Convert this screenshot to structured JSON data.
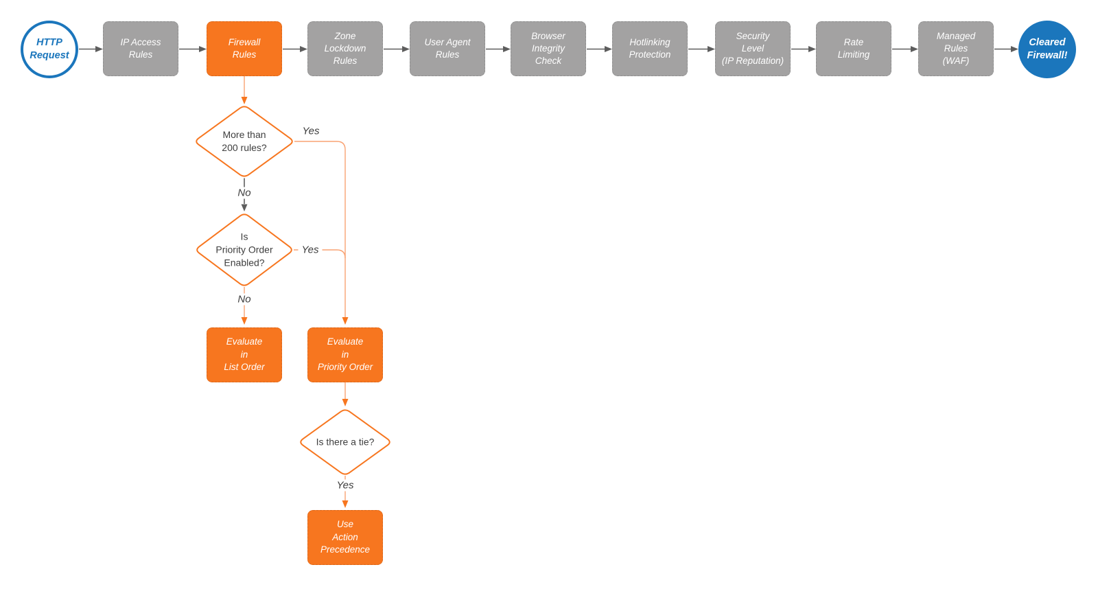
{
  "colors": {
    "orange": "#F7761F",
    "line_orange": "#F9A272",
    "gray": "#A3A2A2",
    "gray_border": "#8F8F8F",
    "blue": "#1B76BC",
    "line_dark": "#5D5D5D",
    "text_dark": "#3E3E3E"
  },
  "flow": {
    "start_label": "HTTP\nRequest",
    "end_label": "Cleared\nFirewall!",
    "stages": [
      {
        "id": "ip-access-rules",
        "label": "IP Access\nRules"
      },
      {
        "id": "firewall-rules",
        "label": "Firewall\nRules"
      },
      {
        "id": "zone-lockdown-rules",
        "label": "Zone\nLockdown\nRules"
      },
      {
        "id": "user-agent-rules",
        "label": "User Agent\nRules"
      },
      {
        "id": "browser-integrity-check",
        "label": "Browser\nIntegrity\nCheck"
      },
      {
        "id": "hotlinking-protection",
        "label": "Hotlinking\nProtection"
      },
      {
        "id": "security-level",
        "label": "Security\nLevel\n(IP Reputation)"
      },
      {
        "id": "rate-limiting",
        "label": "Rate\nLimiting"
      },
      {
        "id": "managed-rules-waf",
        "label": "Managed\nRules\n(WAF)"
      }
    ]
  },
  "decisions": [
    {
      "id": "more-than-200-rules",
      "label": "More than\n200 rules?"
    },
    {
      "id": "priority-order-enabled",
      "label": "Is\nPriority Order\nEnabled?"
    },
    {
      "id": "is-there-a-tie",
      "label": "Is there a tie?"
    }
  ],
  "actions": [
    {
      "id": "evaluate-in-list-order",
      "label": "Evaluate\nin\nList Order"
    },
    {
      "id": "evaluate-in-priority-order",
      "label": "Evaluate\nin\nPriority Order"
    },
    {
      "id": "use-action-precedence",
      "label": "Use\nAction\nPrecedence"
    }
  ],
  "edge_labels": {
    "d1_yes": "Yes",
    "d1_no": "No",
    "d2_yes": "Yes",
    "d2_no": "No",
    "d3_yes": "Yes"
  }
}
